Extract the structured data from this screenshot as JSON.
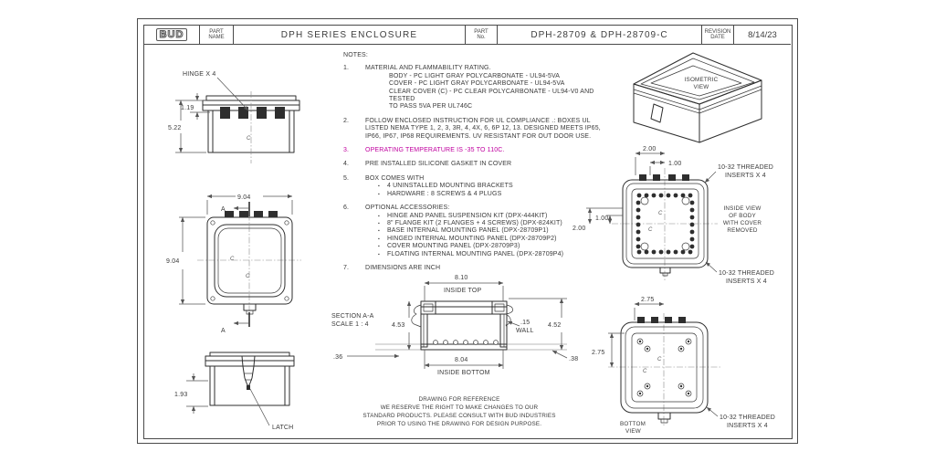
{
  "colors": {
    "highlight": "#c0009f",
    "line": "#2e2e2e",
    "dim": "#555555",
    "background": "#ffffff"
  },
  "title_block": {
    "logo_text": "BUD",
    "part_name_label": "PART\nNAME",
    "part_name": "DPH SERIES ENCLOSURE",
    "part_no_label": "PART\nNo.",
    "part_no": "DPH-28709 & DPH-28709-C",
    "revision_label": "REVISION\nDATE",
    "revision_date": "8/14/23"
  },
  "notes": {
    "heading": "NOTES:",
    "n1": {
      "num": "1.",
      "title": "MATERIAL AND FLAMMABILITY RATING.",
      "lines": [
        "BODY - PC LIGHT GRAY POLYCARBONATE - UL94-5VA",
        "COVER - PC LIGHT GRAY POLYCARBONATE - UL94-5VA",
        "CLEAR COVER (C) - PC CLEAR POLYCARBONATE - UL94-V0 AND TESTED",
        "TO PASS 5VA PER UL746C"
      ]
    },
    "n2": {
      "num": "2.",
      "text": "FOLLOW ENCLOSED INSTRUCTION FOR UL COMPLIANCE .: BOXES UL LISTED NEMA TYPE 1, 2, 3, 3R, 4, 4X, 6, 6P 12, 13. DESIGNED MEETS IP65, IP66, IP67, IP68 REQUIREMENTS. UV RESISTANT FOR OUT DOOR USE."
    },
    "n3": {
      "num": "3.",
      "text": "OPERATING TEMPERATURE IS -35 TO 110C."
    },
    "n4": {
      "num": "4.",
      "text": "PRE INSTALLED SILICONE GASKET IN COVER"
    },
    "n5": {
      "num": "5.",
      "title": "BOX COMES WITH",
      "bullets": [
        "4 UNINSTALLED MOUNTING BRACKETS",
        "HARDWARE : 8 SCREWS & 4 PLUGS"
      ]
    },
    "n6": {
      "num": "6.",
      "title": "OPTIONAL ACCESSORIES:",
      "bullets": [
        "HINGE AND PANEL SUSPENSION KIT  (DPX-444KIT)",
        "8\" FLANGE KIT (2 FLANGES + 4 SCREWS)  (DPX-824KIT)",
        "BASE INTERNAL MOUNTING PANEL  (DPX-28709P1)",
        "HINGED INTERNAL MOUNTING PANEL  (DPX-28709P2)",
        "COVER MOUNTING PANEL  (DPX-28709P3)",
        "FLOATING INTERNAL MOUNTING PANEL  (DPX-28709P4)"
      ]
    },
    "n7": {
      "num": "7.",
      "text": "DIMENSIONS ARE INCH"
    }
  },
  "views": {
    "front": {
      "hinge_callout": "HINGE X 4",
      "dim_lid": "1.19",
      "dim_total": "5.22"
    },
    "top": {
      "dim_width": "9.04",
      "dim_height": "9.04",
      "section_letter": "A"
    },
    "side": {
      "dim_latch": "1.93",
      "latch_callout": "LATCH"
    },
    "section": {
      "title": "SECTION A-A",
      "scale": "SCALE 1 : 4",
      "dim_inside_top": "8.10",
      "label_inside_top": "INSIDE TOP",
      "dim_depth_left": "4.53",
      "dim_depth_right": "4.52",
      "dim_wall": ".15",
      "label_wall": "WALL",
      "dim_foot": ".36",
      "dim_inside_bottom": "8.04",
      "label_inside_bottom": "INSIDE BOTTOM",
      "dim_lip": ".38"
    },
    "isometric": {
      "label_1": "ISOMETRIC",
      "label_2": "VIEW"
    },
    "inside": {
      "dim_a": "2.00",
      "dim_b": "1.00",
      "dim_c": "1.00",
      "dim_d": "2.00",
      "callout_top_1": "10-32 THREADED",
      "callout_top_2": "INSERTS X 4",
      "callout_bottom_1": "10-32 THREADED",
      "callout_bottom_2": "INSERTS X 4",
      "view_label_1": "INSIDE VIEW",
      "view_label_2": "OF BODY",
      "view_label_3": "WITH COVER",
      "view_label_4": "REMOVED"
    },
    "bottom": {
      "dim_top": "2.75",
      "dim_left": "2.75",
      "callout_1": "10-32 THREADED",
      "callout_2": "INSERTS X 4",
      "view_label_1": "BOTTOM",
      "view_label_2": "VIEW"
    }
  },
  "reference_note": {
    "line1": "DRAWING FOR REFERENCE",
    "line2": "WE RESERVE THE RIGHT TO MAKE CHANGES TO OUR",
    "line3": "STANDARD PRODUCTS. PLEASE CONSULT WITH BUD INDUSTRIES",
    "line4": "PRIOR TO USING THE DRAWING FOR DESIGN PURPOSE."
  }
}
